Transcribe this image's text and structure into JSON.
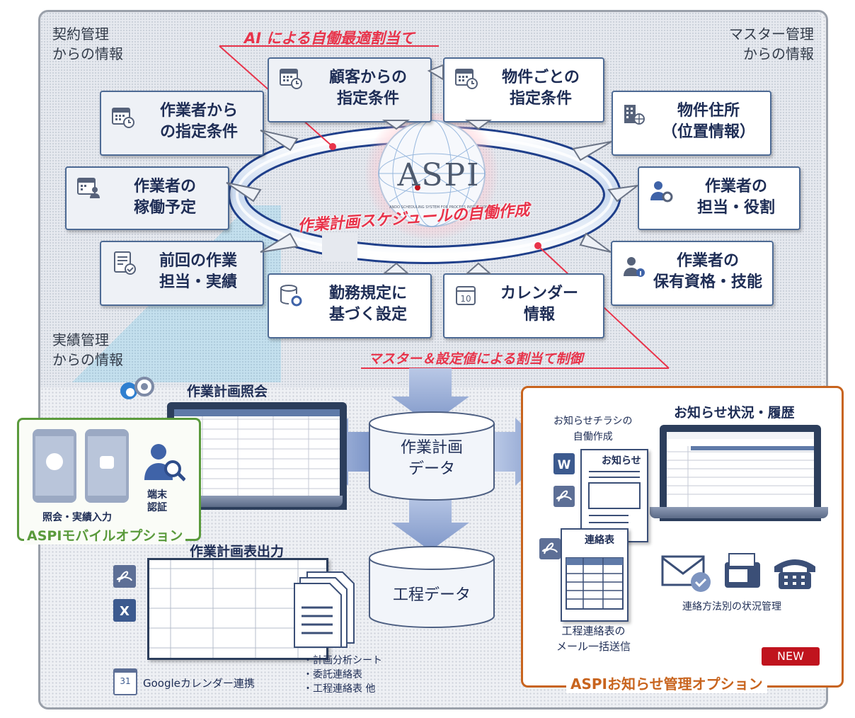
{
  "regions": {
    "contract": "契約管理\nからの情報",
    "master": "マスター管理\nからの情報",
    "actual": "実績管理\nからの情報"
  },
  "ai_label": "AI による自働最適割当て",
  "master_label": "マスター＆設定値による割当て制御",
  "center": {
    "logo": "ASPI",
    "logo_sub": "ANDO SCHEDULING SYSTEM FOR PROCESS INSPECTION",
    "ring_label": "作業計画スケジュールの自働作成"
  },
  "input_boxes": [
    {
      "id": "customer",
      "label": "顧客からの\n指定条件",
      "icon": "calendar-clock-icon"
    },
    {
      "id": "property",
      "label": "物件ごとの\n指定条件",
      "icon": "calendar-clock-icon"
    },
    {
      "id": "worker_cond",
      "label": "作業者から\nの指定条件",
      "icon": "calendar-clock-icon"
    },
    {
      "id": "address",
      "label": "物件住所\n（位置情報）",
      "icon": "building-globe-icon"
    },
    {
      "id": "availability",
      "label": "作業者の\n稼働予定",
      "icon": "calendar-person-icon"
    },
    {
      "id": "role",
      "label": "作業者の\n担当・役割",
      "icon": "person-gear-icon"
    },
    {
      "id": "previous",
      "label": "前回の作業\n担当・実績",
      "icon": "checklist-icon"
    },
    {
      "id": "qualification",
      "label": "作業者の\n保有資格・技能",
      "icon": "person-info-icon"
    },
    {
      "id": "work_rules",
      "label": "勤務規定に\n基づく設定",
      "icon": "database-gear-icon"
    },
    {
      "id": "calendar",
      "label": "カレンダー\n情報",
      "icon": "calendar-10-icon"
    }
  ],
  "databases": {
    "plan": "作業計画\nデータ",
    "process": "工程データ"
  },
  "plan_view": {
    "title": "作業計画照会"
  },
  "mobile": {
    "caption": "照会・実績入力",
    "auth": "端末\n認証",
    "title": "ASPIモバイルオプション"
  },
  "plan_output": {
    "title": "作業計画表出力",
    "items": [
      "・計画分析シート",
      "・委託連絡表",
      "・工程連絡表 他"
    ],
    "google": "Googleカレンダー連携",
    "google_icon_num": "31"
  },
  "notice": {
    "title": "お知らせ状況・履歴",
    "flyer_caption": "お知らせチラシの\n自働作成",
    "flyer_doc": "お知らせ",
    "contact_doc": "連絡表",
    "contact_status": "連絡方法別の状況管理",
    "bulk_mail": "工程連絡表の\nメール一括送信",
    "badge": "NEW",
    "option_title": "ASPIお知らせ管理オプション"
  },
  "colors": {
    "accent_red": "#e8334a",
    "navy": "#1e2d55",
    "mobile_green": "#5a9a3c",
    "notice_orange": "#c8641e",
    "new_badge": "#c0141e"
  }
}
